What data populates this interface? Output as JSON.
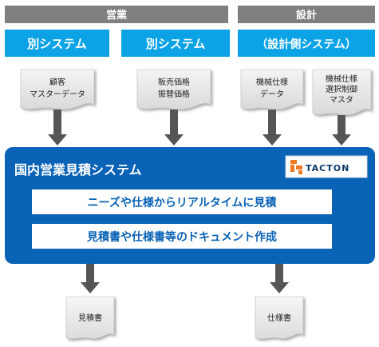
{
  "headers": {
    "sales": "営業",
    "design": "設計"
  },
  "systems": {
    "left": "別システム",
    "middle": "別システム",
    "right": "（設計側システム）"
  },
  "documents": {
    "customer_master": [
      "顧客",
      "マスターデータ"
    ],
    "price_list": [
      "販売価格",
      "振替価格"
    ],
    "machine_spec_data": [
      "機械仕様",
      "データ"
    ],
    "machine_spec_master": [
      "機械仕様",
      "選択制御",
      "マスタ"
    ]
  },
  "main": {
    "title": "国内営業見積システム",
    "logo_text": "TACTON",
    "function_1": "ニーズや仕様からリアルタイムに見積",
    "function_2": "見積書や仕様書等のドキュメント作成"
  },
  "outputs": {
    "estimate": "見積書",
    "specification": "仕様書"
  },
  "colors": {
    "header_gray": "#7f7f7f",
    "system_blue": "#0ba3e6",
    "main_blue": "#0a63b6",
    "doc_fill": "#e6e6e6",
    "arrow_gray": "#555555",
    "logo_orange": "#f07a22"
  }
}
